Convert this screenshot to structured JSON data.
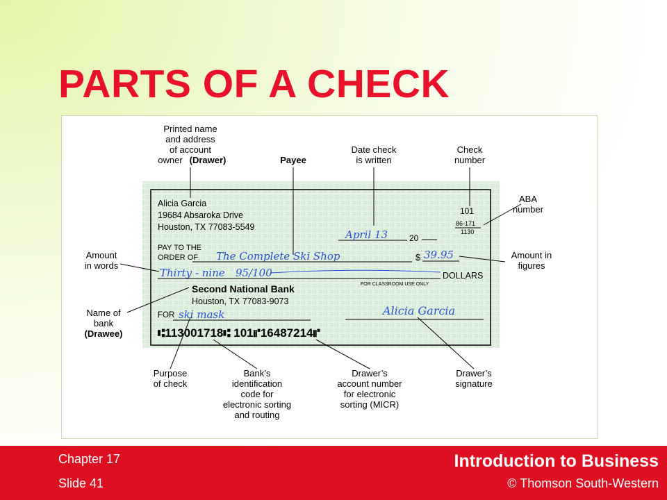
{
  "slide": {
    "title": "PARTS OF A CHECK"
  },
  "check": {
    "owner_name": "Alicia Garcia",
    "owner_address_1": "19684 Absaroka Drive",
    "owner_address_2": "Houston, TX 77083-5549",
    "check_number": "101",
    "aba_fraction_top": "86-171",
    "aba_fraction_bottom": "1130",
    "date_handwritten": "April 13",
    "date_prefix": "20",
    "pay_to_line_1": "PAY TO THE",
    "pay_to_line_2": "ORDER OF",
    "payee_handwritten": "The Complete Ski Shop",
    "dollar_sign": "$",
    "amount_figures": "39.95",
    "amount_words": "Thirty - nine",
    "amount_cents": "95/100",
    "dollars_label": "DOLLARS",
    "classroom_note": "FOR CLASSROOM USE ONLY",
    "bank_name": "Second National Bank",
    "bank_location": "Houston, TX 77083-9073",
    "for_label": "FOR",
    "memo_handwritten": "ski mask",
    "signature_handwritten": "Alicia Garcia",
    "micr_line": "⑆113001718⑆ 101⑈16487214⑈"
  },
  "callouts": {
    "owner": [
      "Printed name",
      "and address",
      "of account",
      "owner"
    ],
    "owner_bold": "(Drawer)",
    "payee": "Payee",
    "date": [
      "Date check",
      "is written"
    ],
    "check_number": [
      "Check",
      "number"
    ],
    "aba": [
      "ABA",
      "number"
    ],
    "amount_words": [
      "Amount",
      "in words"
    ],
    "amount_figures": [
      "Amount in",
      "figures"
    ],
    "bank": [
      "Name of",
      "bank"
    ],
    "bank_bold": "(Drawee)",
    "purpose": [
      "Purpose",
      "of check"
    ],
    "bank_code": [
      "Bank’s",
      "identification",
      "code for",
      "electronic sorting",
      "and routing"
    ],
    "account_number": [
      "Drawer’s",
      "account number",
      "for electronic",
      "sorting (MICR)"
    ],
    "signature": [
      "Drawer’s",
      "signature"
    ]
  },
  "footer": {
    "chapter": "Chapter 17",
    "slide": "Slide 41",
    "course": "Introduction to Business",
    "copyright": "© Thomson South-Western"
  },
  "colors": {
    "title": "#e8102a",
    "footer_bg": "#dd0f21",
    "handwriting": "#2a4fd6",
    "check_bg": "#e3f1e3"
  }
}
